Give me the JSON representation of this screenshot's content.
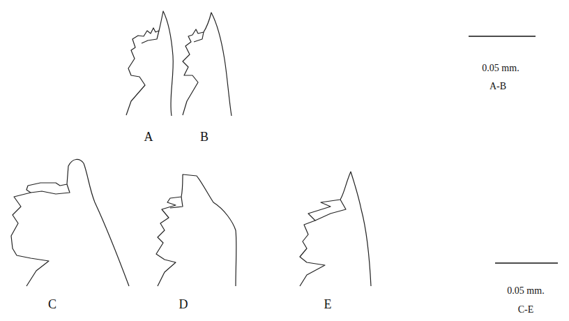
{
  "diagram": {
    "labels": [
      "A",
      "B",
      "C",
      "D",
      "E",
      "0.05 mm.",
      "A-B",
      "0.05 mm.",
      "C-E"
    ]
  }
}
